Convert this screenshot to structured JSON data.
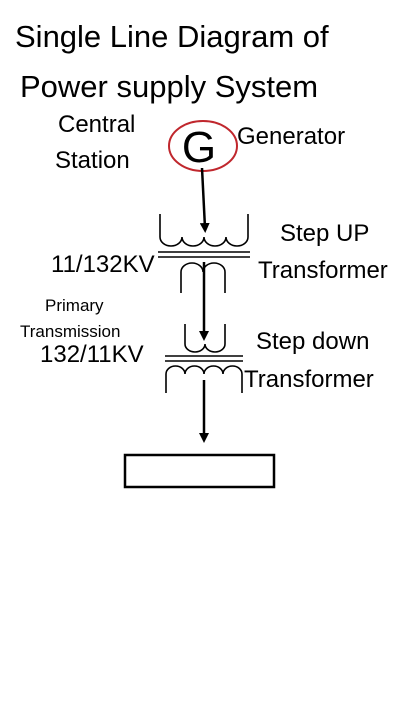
{
  "title": {
    "line1": "Single Line Diagram of",
    "line2": "Power supply System"
  },
  "central_station": {
    "line1": "Central",
    "line2": "Station"
  },
  "generator": {
    "symbol": "G",
    "label": "Generator",
    "circle_color": "#c0272d"
  },
  "step_up": {
    "label_line1": "Step UP",
    "label_line2": "Transformer",
    "rating": "11/132KV"
  },
  "primary_transmission": {
    "line1": "Primary",
    "line2": "Transmission"
  },
  "step_down": {
    "label_line1": "Step down",
    "label_line2": "Transformer",
    "rating": "132/11KV"
  },
  "colors": {
    "line": "#000000",
    "background": "#ffffff"
  }
}
